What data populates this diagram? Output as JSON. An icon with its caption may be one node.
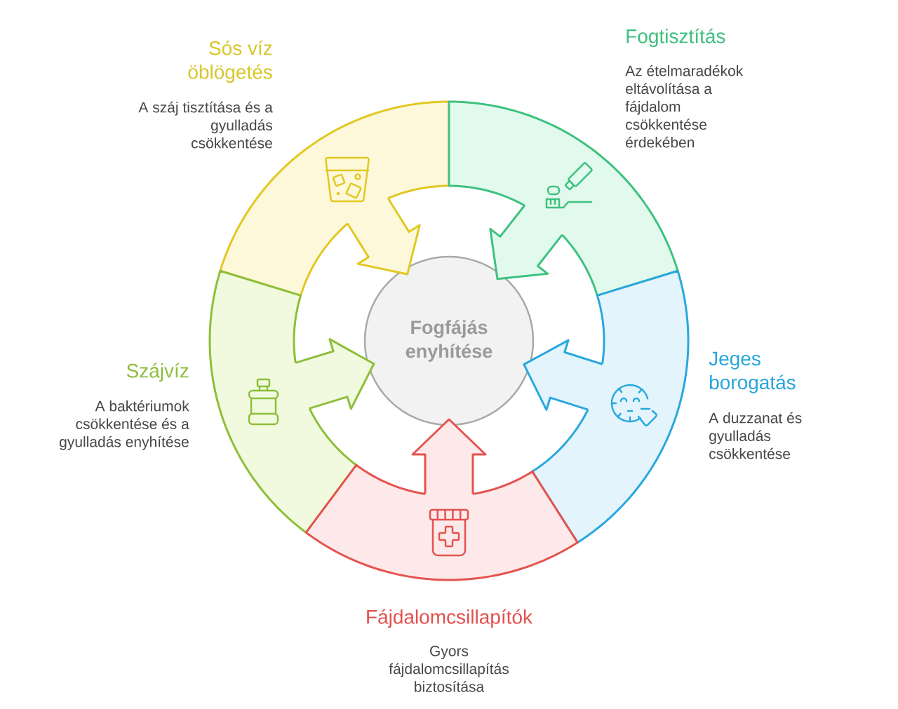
{
  "diagram": {
    "nodes": [
      {
        "text": [
          "Sós víz öblögetés",
          "A száj tisztítása és a gyulladás csökkentése"
        ]
      },
      {
        "text": [
          "Fogtisztítás",
          "Az ételmaradékok eltávolítása a fájdalom csökkentése érdekében"
        ]
      },
      {
        "text": [
          "Szájvíz",
          "A baktériumok csökkentése és a gyulladás enyhítése"
        ]
      },
      {
        "text": [
          "Fogfájás enyhítése"
        ]
      },
      {
        "text": [
          "Jeges borogatás",
          "A duzzanat és gyulladás csökkentése"
        ]
      },
      {
        "text": [
          "Fájdalomcsillapítók",
          "Gyors fájdalomcsillapítás biztosítása"
        ]
      }
    ],
    "edges": [
      {
        "from": 0,
        "to": 3,
        "arrow": "to",
        "color": "#e2c822"
      },
      {
        "from": 1,
        "to": 3,
        "arrow": "to",
        "color": "#3ec27e"
      },
      {
        "from": 2,
        "to": 3,
        "arrow": "to",
        "color": "#8dbf3b"
      },
      {
        "from": 4,
        "to": 3,
        "arrow": "to",
        "color": "#29a8dd"
      },
      {
        "from": 5,
        "to": 3,
        "arrow": "to",
        "color": "#e5534f"
      }
    ]
  }
}
